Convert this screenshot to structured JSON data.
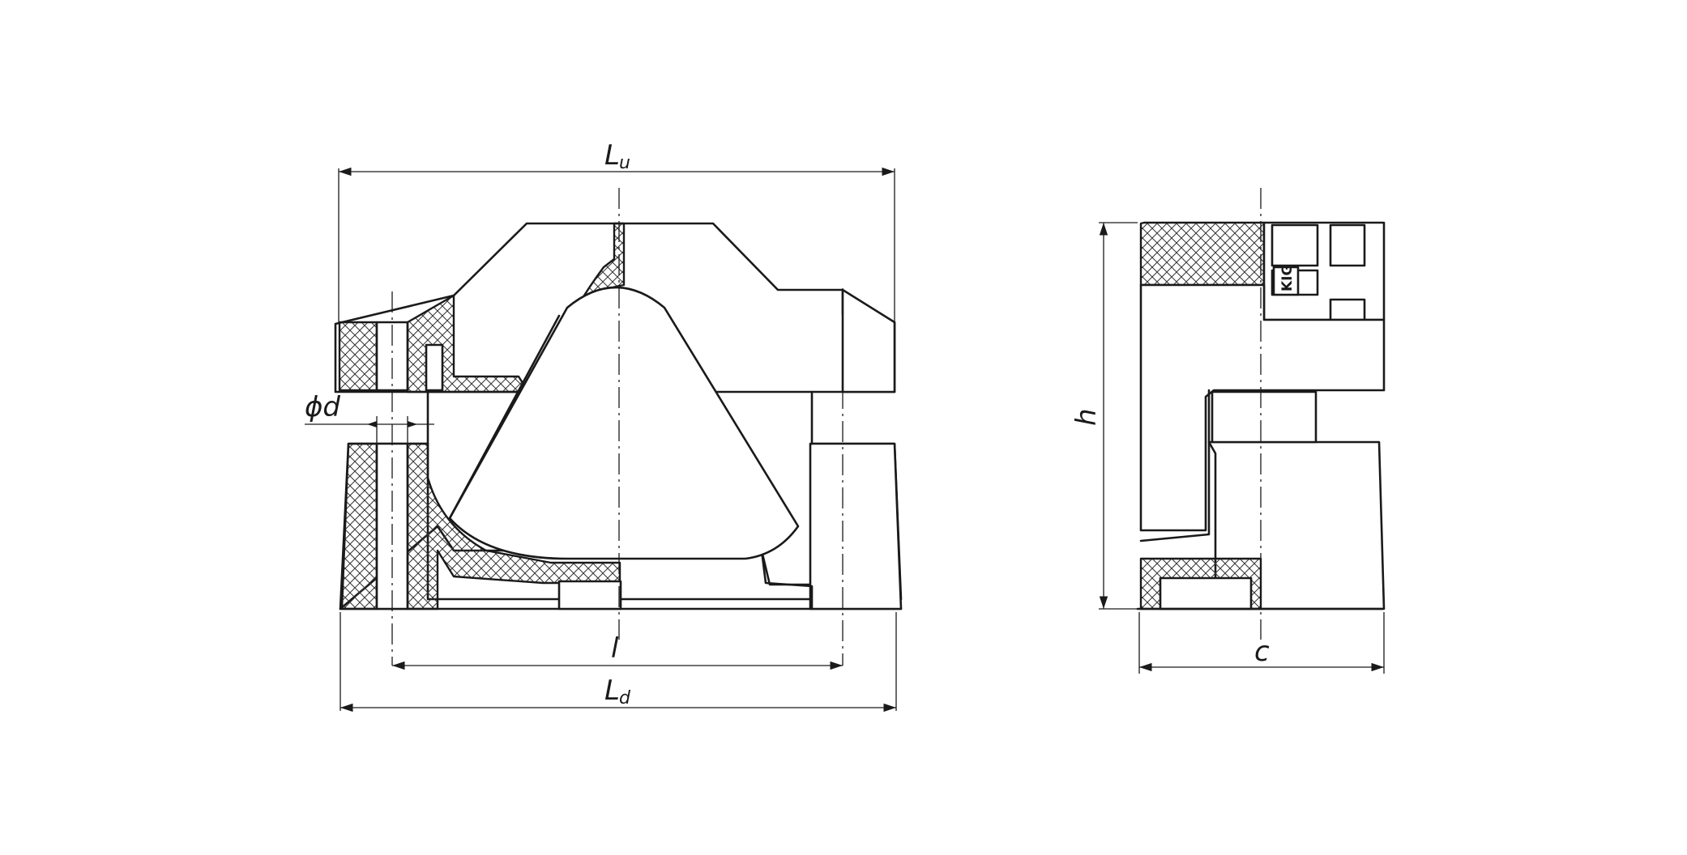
{
  "dimensions": {
    "overall_upper_length": {
      "symbol": "L",
      "subscript": "u"
    },
    "overall_lower_length": {
      "symbol": "L",
      "subscript": "d"
    },
    "bolt_spacing": {
      "symbol": "l"
    },
    "bolt_hole_diameter": {
      "symbol": "ϕd"
    },
    "height": {
      "symbol": "h"
    },
    "width": {
      "symbol": "c"
    }
  },
  "marking": {
    "text": "KIG"
  }
}
